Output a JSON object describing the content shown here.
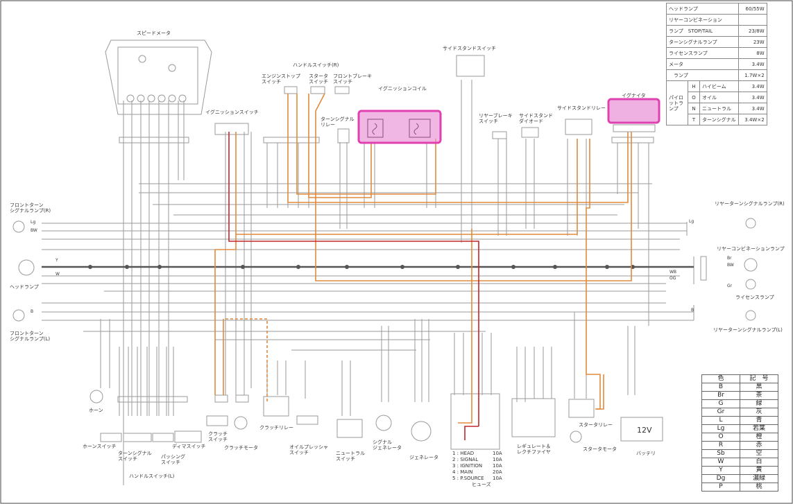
{
  "labels": {
    "speedometer": "スピードメータ",
    "handle_switch_r": "ハンドルスイッチ(R)",
    "engine_stop_switch": "エンジンストップ\nスイッチ",
    "starter_switch": "スタータ\nスイッチ",
    "front_brake_switch": "フロントブレーキ\nスイッチ",
    "ignition_coil": "イグニッションコイル",
    "side_stand_switch": "サイドスタンドスイッチ",
    "ignition_switch": "イグニッションスイッチ",
    "turn_signal_relay": "ターンシグナル\nリレー",
    "rear_brake_switch": "リヤーブレーキ\nスイッチ",
    "side_stand_diode": "サイドスタンド\nダイオード",
    "side_stand_relay": "サイドスタンドリレー",
    "igniter": "イグナイタ",
    "front_turn_r": "フロントターン\nシグナルランプ(R)",
    "rear_turn_r": "リヤーターンシグナルランプ(R)",
    "rear_combination": "リヤーコンビネーションランプ",
    "headlamp": "ヘッドランプ",
    "license_lamp": "ライセンスランプ",
    "front_turn_l": "フロントターン\nシグナルランプ(L)",
    "rear_turn_l": "リヤーターンシグナルランプ(L)",
    "horn": "ホーン",
    "horn_switch": "ホーンスイッチ",
    "turn_signal_switch": "ターンシグナル\nスイッチ",
    "dimmer_switch": "ディマスイッチ",
    "passing_switch": "パッシング\nスイッチ",
    "handle_switch_l": "ハンドルスイッチ(L)",
    "clutch_switch": "クラッチ\nスイッチ",
    "clutch_motor": "クラッチモータ",
    "clutch_relay": "クラッチリレー",
    "oil_pressure_switch": "オイルプレッシャ\nスイッチ",
    "neutral_switch": "ニュートラル\nスイッチ",
    "signal_generator": "シグナル\nジェネレータ",
    "generator": "ジェネレータ",
    "regulator": "レギュレート＆\nレクチファイヤ",
    "starter_relay": "スタータリレー",
    "starter_motor": "スタータモータ",
    "battery": "バッテリ",
    "battery_voltage": "12V",
    "fuse_caption": "ヒューズ"
  },
  "spec_table": {
    "rows": [
      {
        "name": "ヘッドランプ",
        "value": "60/55W"
      },
      {
        "name": "リヤーコンビネーション",
        "value": ""
      },
      {
        "name": "ランプ　STOP/TAIL",
        "value": "23/8W"
      },
      {
        "name": "ターンシグナルランプ",
        "value": "23W"
      },
      {
        "name": "ライセンスランプ",
        "value": "8W"
      },
      {
        "name": "メータ",
        "value": "3.4W"
      },
      {
        "name": "　ランプ",
        "value": "1.7W×2"
      }
    ],
    "pilot_header": "パイロットランプ",
    "pilot_rows": [
      {
        "code": "H",
        "name": "ハイビーム",
        "value": "3.4W"
      },
      {
        "code": "O",
        "name": "オイル",
        "value": "3.4W"
      },
      {
        "code": "N",
        "name": "ニュートラル",
        "value": "3.4W"
      },
      {
        "code": "T",
        "name": "ターンシグナル",
        "value": "3.4W×2"
      }
    ]
  },
  "color_legend": {
    "header": [
      "色",
      "記　号"
    ],
    "rows": [
      [
        "B",
        "黒"
      ],
      [
        "Br",
        "茶"
      ],
      [
        "G",
        "緑"
      ],
      [
        "Gr",
        "灰"
      ],
      [
        "L",
        "青"
      ],
      [
        "Lg",
        "若葉"
      ],
      [
        "O",
        "橙"
      ],
      [
        "R",
        "赤"
      ],
      [
        "Sb",
        "空"
      ],
      [
        "W",
        "白"
      ],
      [
        "Y",
        "黄"
      ],
      [
        "Dg",
        "濃緑"
      ],
      [
        "P",
        "桃"
      ]
    ]
  },
  "fuses": [
    {
      "label": "1 : HEAD",
      "rating": "10A"
    },
    {
      "label": "2 : SIGNAL",
      "rating": "10A"
    },
    {
      "label": "3 : IGNITION",
      "rating": "10A"
    },
    {
      "label": "4 : MAIN",
      "rating": "20A"
    },
    {
      "label": "5 : P.SOURCE",
      "rating": "10A"
    }
  ],
  "wire_codes": {
    "left_lg": "Lg",
    "left_bw": "BW",
    "left_y": "Y",
    "left_w": "W",
    "left_b": "B",
    "right_br": "Br",
    "right_bw": "BW",
    "right_wb": "WB",
    "right_og": "OG",
    "right_gr": "Gr",
    "right_b": "B",
    "right_lg": "Lg"
  },
  "colors": {
    "wire": "#9a9a9a",
    "bus": "#555555",
    "orange": "#e08a3c",
    "red": "#c0262a",
    "highlight_stroke": "#e040b0",
    "highlight_fill": "#e890d6"
  }
}
